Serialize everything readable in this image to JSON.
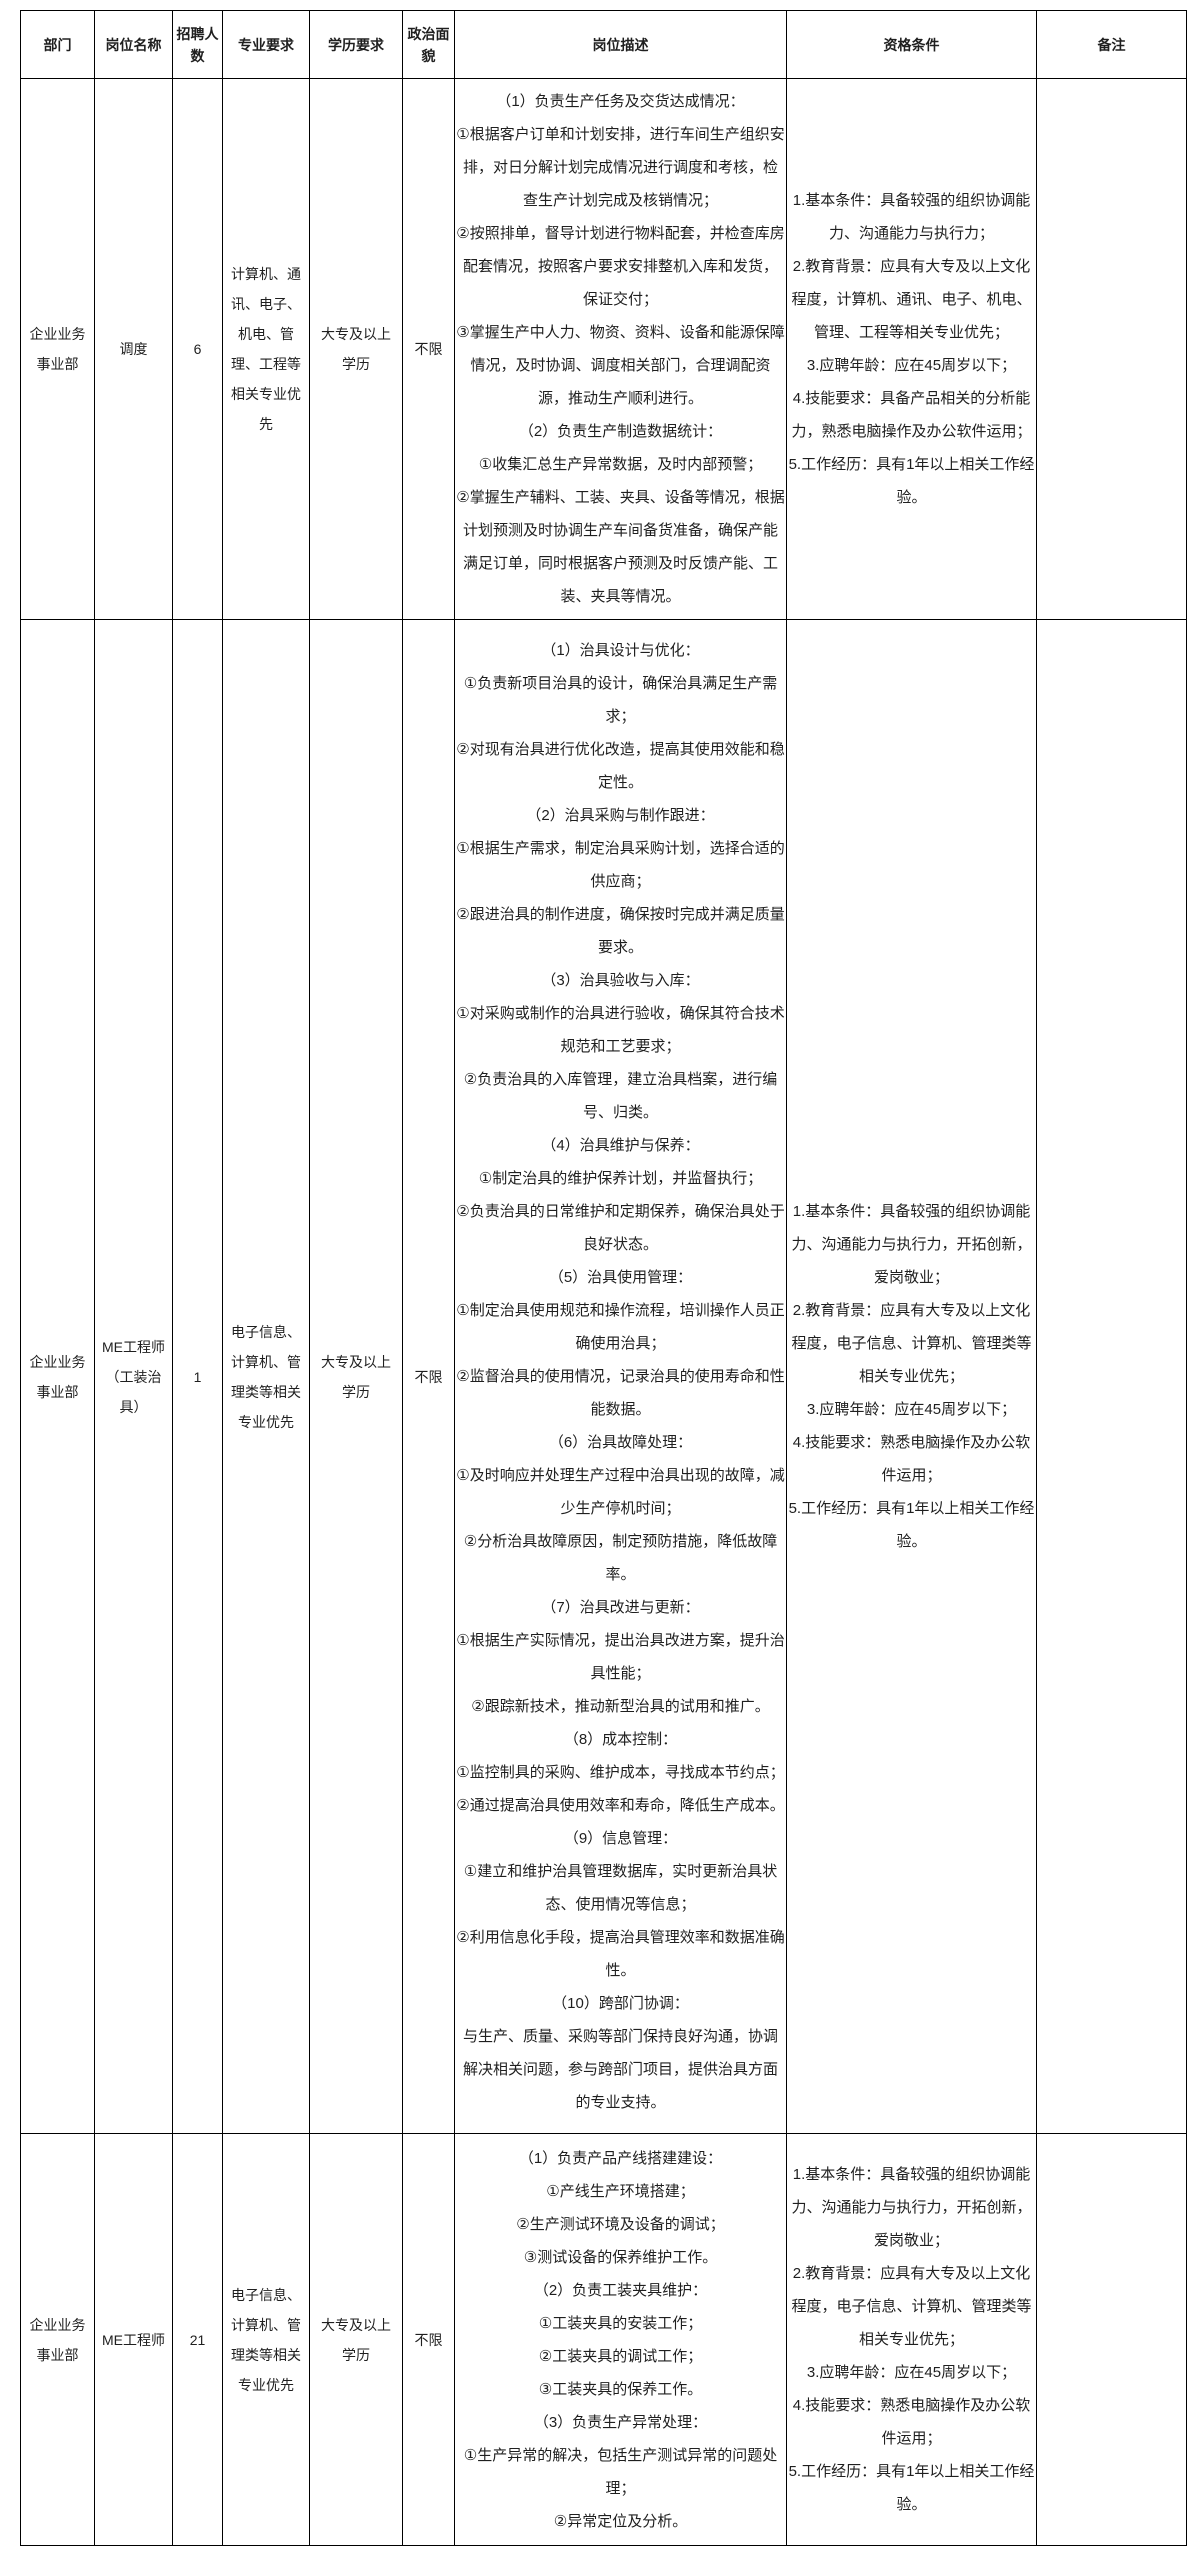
{
  "header": {
    "columns": [
      "部门",
      "岗位名称",
      "招聘人数",
      "专业要求",
      "学历要求",
      "政治面貌",
      "岗位描述",
      "资格条件",
      "备注"
    ]
  },
  "rows": [
    {
      "department": "企业业务事业部",
      "position": "调度",
      "headcount": "6",
      "major": "计算机、通讯、电子、机电、管理、工程等相关专业优先",
      "education": "大专及以上学历",
      "political": "不限",
      "description": [
        "（1）负责生产任务及交货达成情况：",
        "①根据客户订单和计划安排，进行车间生产组织安排，对日分解计划完成情况进行调度和考核，检查生产计划完成及核销情况；",
        "②按照排单，督导计划进行物料配套，并检查库房配套情况，按照客户要求安排整机入库和发货，保证交付；",
        "③掌握生产中人力、物资、资料、设备和能源保障情况，及时协调、调度相关部门，合理调配资源，推动生产顺利进行。",
        "（2）负责生产制造数据统计：",
        "①收集汇总生产异常数据，及时内部预警；",
        "②掌握生产辅料、工装、夹具、设备等情况，根据计划预测及时协调生产车间备货准备，确保产能满足订单，同时根据客户预测及时反馈产能、工装、夹具等情况。"
      ],
      "qualifications": [
        "1.基本条件：具备较强的组织协调能力、沟通能力与执行力；",
        "2.教育背景：应具有大专及以上文化程度，计算机、通讯、电子、机电、管理、工程等相关专业优先；",
        "3.应聘年龄：应在45周岁以下；",
        "4.技能要求：具备产品相关的分析能力，熟悉电脑操作及办公软件运用；",
        "5.工作经历：具有1年以上相关工作经验。"
      ],
      "remark": ""
    },
    {
      "department": "企业业务事业部",
      "position": "ME工程师（工装治具）",
      "headcount": "1",
      "major": "电子信息、计算机、管理类等相关专业优先",
      "education": "大专及以上学历",
      "political": "不限",
      "description": [
        "（1）治具设计与优化：",
        "①负责新项目治具的设计，确保治具满足生产需求；",
        "②对现有治具进行优化改造，提高其使用效能和稳定性。",
        "（2）治具采购与制作跟进：",
        "①根据生产需求，制定治具采购计划，选择合适的供应商；",
        "②跟进治具的制作进度，确保按时完成并满足质量要求。",
        "（3）治具验收与入库：",
        "①对采购或制作的治具进行验收，确保其符合技术规范和工艺要求；",
        "②负责治具的入库管理，建立治具档案，进行编号、归类。",
        "（4）治具维护与保养：",
        "①制定治具的维护保养计划，并监督执行；",
        "②负责治具的日常维护和定期保养，确保治具处于良好状态。",
        "（5）治具使用管理：",
        "①制定治具使用规范和操作流程，培训操作人员正确使用治具；",
        "②监督治具的使用情况，记录治具的使用寿命和性能数据。",
        "（6）治具故障处理：",
        "①及时响应并处理生产过程中治具出现的故障，减少生产停机时间；",
        "②分析治具故障原因，制定预防措施，降低故障率。",
        "（7）治具改进与更新：",
        "①根据生产实际情况，提出治具改进方案，提升治具性能；",
        "②跟踪新技术，推动新型治具的试用和推广。",
        "（8）成本控制：",
        "①监控制具的采购、维护成本，寻找成本节约点；",
        "②通过提高治具使用效率和寿命，降低生产成本。",
        "（9）信息管理：",
        "①建立和维护治具管理数据库，实时更新治具状态、使用情况等信息；",
        "②利用信息化手段，提高治具管理效率和数据准确性。",
        "（10）跨部门协调：",
        "与生产、质量、采购等部门保持良好沟通，协调解决相关问题，参与跨部门项目，提供治具方面的专业支持。"
      ],
      "qualifications": [
        "1.基本条件：具备较强的组织协调能力、沟通能力与执行力，开拓创新，爱岗敬业；",
        "2.教育背景：应具有大专及以上文化程度，电子信息、计算机、管理类等相关专业优先；",
        "3.应聘年龄：应在45周岁以下；",
        "4.技能要求：熟悉电脑操作及办公软件运用；",
        "5.工作经历：具有1年以上相关工作经验。"
      ],
      "remark": ""
    },
    {
      "department": "企业业务事业部",
      "position": "ME工程师",
      "headcount": "21",
      "major": "电子信息、计算机、管理类等相关专业优先",
      "education": "大专及以上学历",
      "political": "不限",
      "description": [
        "（1）负责产品产线搭建建设：",
        "①产线生产环境搭建；",
        "②生产测试环境及设备的调试；",
        "③测试设备的保养维护工作。",
        "（2）负责工装夹具维护：",
        "①工装夹具的安装工作；",
        "②工装夹具的调试工作；",
        "③工装夹具的保养工作。",
        "（3）负责生产异常处理：",
        "①生产异常的解决，包括生产测试异常的问题处理；",
        "②异常定位及分析。"
      ],
      "qualifications": [
        "1.基本条件：具备较强的组织协调能力、沟通能力与执行力，开拓创新，爱岗敬业；",
        "2.教育背景：应具有大专及以上文化程度，电子信息、计算机、管理类等相关专业优先；",
        "3.应聘年龄：应在45周岁以下；",
        "4.技能要求：熟悉电脑操作及办公软件运用；",
        "5.工作经历：具有1年以上相关工作经验。"
      ],
      "remark": ""
    }
  ]
}
